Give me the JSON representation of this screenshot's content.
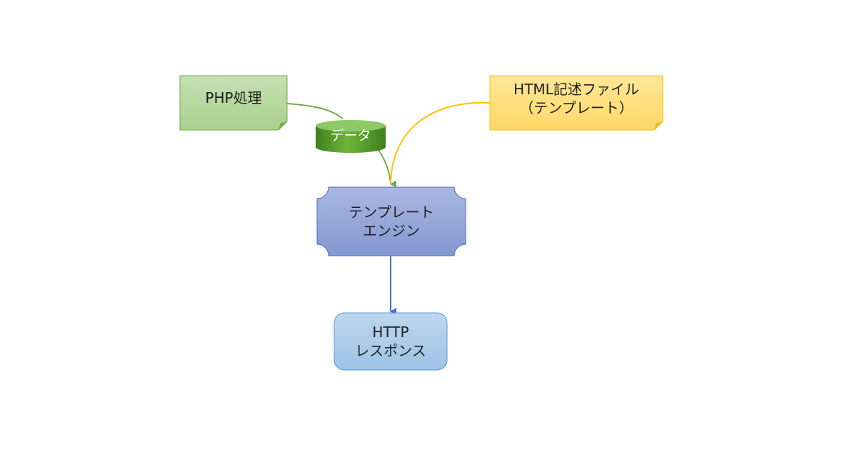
{
  "nodes": {
    "php": {
      "label": "PHP処理"
    },
    "data": {
      "label": "データ"
    },
    "html_template": {
      "line1": "HTML記述ファイル",
      "line2": "（テンプレート）"
    },
    "template_engine": {
      "line1": "テンプレート",
      "line2": "エンジン"
    },
    "http_response": {
      "line1": "HTTP",
      "line2": "レスポンス"
    }
  },
  "colors": {
    "php_fill": "#a9d18e",
    "php_border": "#70ad47",
    "data_fill": "#5a9e2e",
    "html_fill": "#ffd966",
    "html_border": "#ffc000",
    "engine_fill": "#8ea1d6",
    "engine_border": "#4472c4",
    "response_fill": "#9dc3e6",
    "response_border": "#5b9bd5",
    "green_connector": "#70ad47",
    "yellow_connector": "#ffc000",
    "blue_connector": "#4472c4"
  }
}
